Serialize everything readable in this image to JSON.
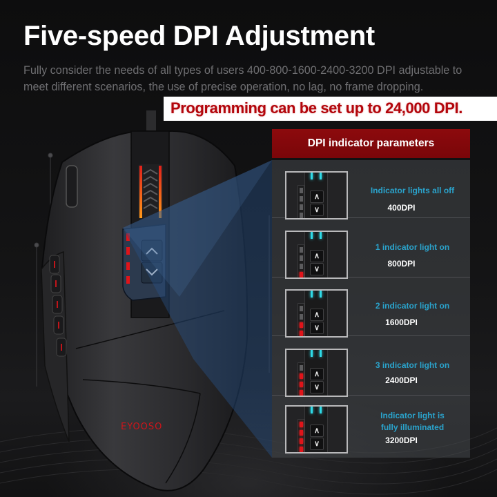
{
  "header": {
    "title": "Five-speed DPI Adjustment",
    "subtitle": "Fully consider the needs of all types of users 400-800-1600-2400-3200 DPI adjustable to meet different scenarios, the use of precise operation, no lag, no frame dropping."
  },
  "banner": {
    "text": "Programming can be set up to 24,000 DPI."
  },
  "product": {
    "brand": "EYOOSO",
    "buttons": {
      "up": "^",
      "down": "v"
    }
  },
  "panel": {
    "title": "DPI indicator parameters",
    "rows": [
      {
        "desc_line1": "Indicator lights all off",
        "desc_line2": "",
        "dpi": "400DPI",
        "lights_on": 0
      },
      {
        "desc_line1": "1 indicator light on",
        "desc_line2": "",
        "dpi": "800DPI",
        "lights_on": 1
      },
      {
        "desc_line1": "2 indicator light on",
        "desc_line2": "",
        "dpi": "1600DPI",
        "lights_on": 2
      },
      {
        "desc_line1": "3 indicator light on",
        "desc_line2": "",
        "dpi": "2400DPI",
        "lights_on": 3
      },
      {
        "desc_line1": "Indicator light is",
        "desc_line2": "fully illuminated",
        "dpi": "3200DPI",
        "lights_on": 4
      }
    ]
  },
  "colors": {
    "accent_red": "#b3060c",
    "header_red": "#8c0a0d",
    "indicator_text": "#2aa3cc",
    "led_on": "#e0141a",
    "wheel_light": "#2fd9e6"
  }
}
